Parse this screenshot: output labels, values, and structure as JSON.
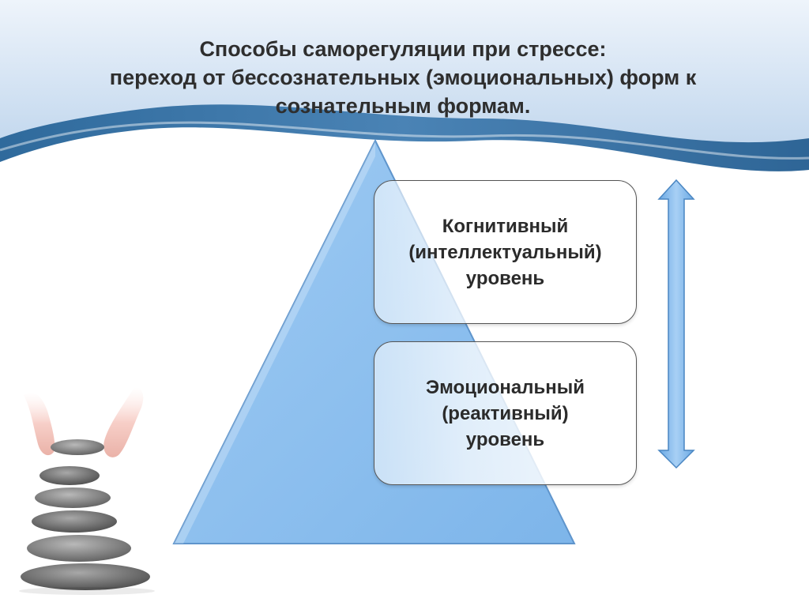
{
  "title": {
    "lines": [
      "Способы саморегуляции при стрессе:",
      "переход от бессознательных (эмоциональных) форм к",
      "сознательным формам."
    ]
  },
  "levels": {
    "top": {
      "lines": [
        "Когнитивный",
        "(интеллектуальный)",
        "уровень"
      ]
    },
    "bottom": {
      "lines": [
        "Эмоциональный",
        "(реактивный)",
        "уровень"
      ]
    }
  },
  "colors": {
    "banner_dark": "#3f78a8",
    "banner_light": "#c9dcef",
    "pyramid_fill": "#8ec0ef",
    "pyramid_stroke": "#6fa3d6",
    "arrow_fill": "#7fb6ea",
    "arrow_stroke": "#4a86c2"
  },
  "icons": {
    "arrow": "double-vertical-arrow-icon",
    "stones": "balancing-stones-image"
  }
}
